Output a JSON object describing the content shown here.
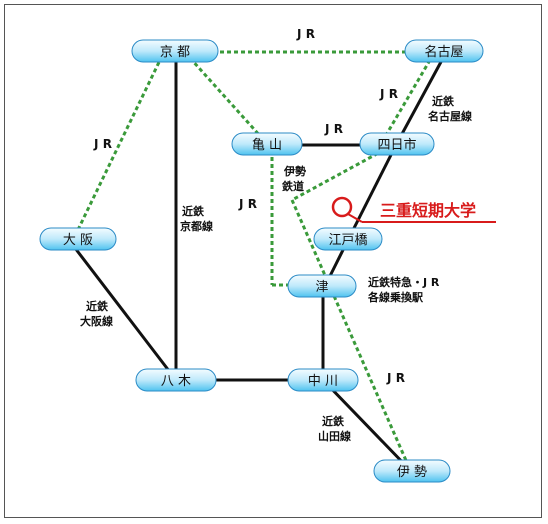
{
  "stations": {
    "kyoto": "京 都",
    "nagoya": "名古屋",
    "kameyama": "亀 山",
    "yokkaichi": "四日市",
    "osaka": "大 阪",
    "edobashi": "江戸橋",
    "tsu": "津",
    "yagi": "八 木",
    "nakagawa": "中 川",
    "ise": "伊 勢"
  },
  "line_labels": {
    "jr_top": "J R",
    "jr_left": "J R",
    "jr_nagoya": "J R",
    "jr_kameyama_yokkaichi": "J R",
    "jr_center": "J R",
    "jr_ise": "J R",
    "kintetsu_nagoya_1": "近鉄",
    "kintetsu_nagoya_2": "名古屋線",
    "ise_railway_1": "伊勢",
    "ise_railway_2": "鉄道",
    "kintetsu_kyoto_1": "近鉄",
    "kintetsu_kyoto_2": "京都線",
    "kintetsu_osaka_1": "近鉄",
    "kintetsu_osaka_2": "大阪線",
    "transfer_1": "近鉄特急・J R",
    "transfer_2": "各線乗換駅",
    "kintetsu_yamada_1": "近鉄",
    "kintetsu_yamada_2": "山田線"
  },
  "highlight": {
    "label": "三重短期大学"
  },
  "colors": {
    "jr_line": "#3a9a3a",
    "kintetsu_line": "#111111",
    "highlight": "#d81b1b",
    "station_fill_top": "#e8f8ff",
    "station_fill_bottom": "#4fc3f0"
  }
}
